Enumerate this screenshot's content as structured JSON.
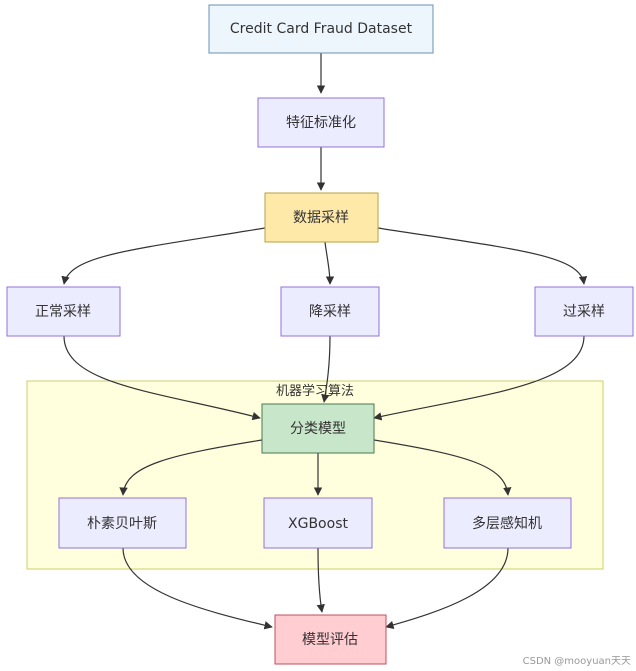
{
  "diagram": {
    "nodes": {
      "dataset": "Credit Card Fraud Dataset",
      "standardize": "特征标准化",
      "sampling": "数据采样",
      "normal": "正常采样",
      "under": "降采样",
      "over": "过采样",
      "classifier": "分类模型",
      "nb": "朴素贝叶斯",
      "xgb": "XGBoost",
      "mlp": "多层感知机",
      "eval": "模型评估"
    },
    "group_label": "机器学习算法",
    "watermark": "CSDN @mooyuan天天"
  },
  "colors": {
    "dataset_fill": "#eef6fd",
    "dataset_stroke": "#6b8fb5",
    "default_fill": "#ececff",
    "default_stroke": "#9370db",
    "sampling_fill": "#ffe9a8",
    "sampling_stroke": "#b8a13b",
    "classifier_fill": "#c8e6c9",
    "classifier_stroke": "#4a7a4e",
    "eval_fill": "#ffcdd2",
    "eval_stroke": "#c0505a",
    "group_fill": "#ffffde",
    "group_stroke": "#cfcf6a",
    "edge": "#333333"
  }
}
